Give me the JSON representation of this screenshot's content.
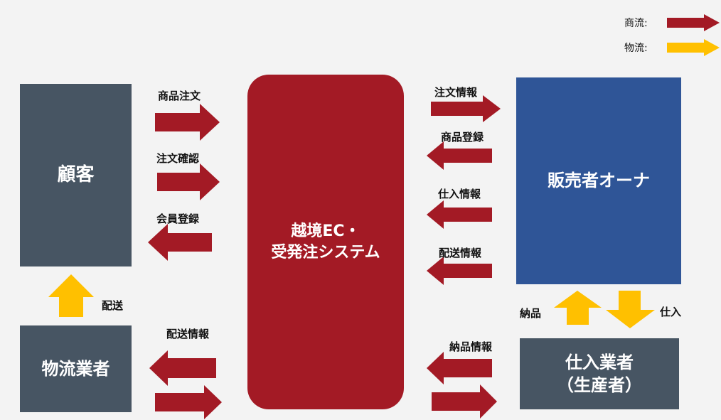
{
  "legend": {
    "commerce_label": "商流:",
    "logistics_label": "物流:"
  },
  "nodes": {
    "customer": "顧客",
    "system_line1": "越境EC・",
    "system_line2": "受発注システム",
    "seller": "販売者オーナ",
    "logistics": "物流業者",
    "supplier_line1": "仕入業者",
    "supplier_line2": "（生産者）"
  },
  "flows": {
    "product_order": "商品注文",
    "order_confirm": "注文確認",
    "member_register": "会員登録",
    "order_info": "注文情報",
    "product_register": "商品登録",
    "purchase_info": "仕入情報",
    "delivery_info_seller": "配送情報",
    "delivery_info_logistics": "配送情報",
    "delivery": "配送",
    "delivery_goods_info": "納品情報",
    "goods_delivery": "納品",
    "purchase": "仕入"
  },
  "colors": {
    "commerce": "#a31a25",
    "logistics": "#ffc000",
    "system": "#a31a25",
    "seller": "#2f5597",
    "dark_box": "#475563",
    "background": "#f3f3f3"
  }
}
